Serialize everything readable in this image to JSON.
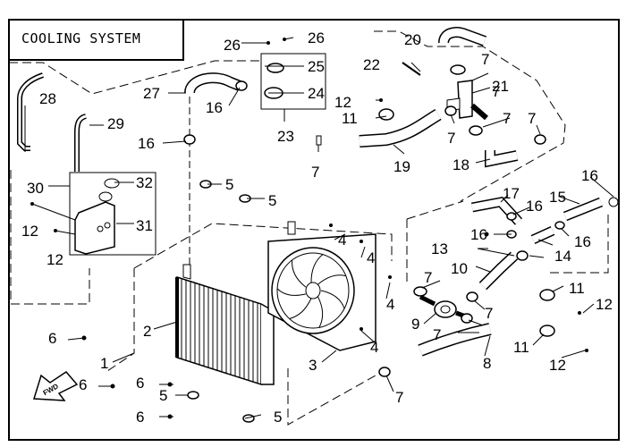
{
  "title": "COOLING SYSTEM",
  "fwd_label": "FWD",
  "part_labels": {
    "p1": "1",
    "p2": "2",
    "p3": "3",
    "p4a": "4",
    "p4b": "4",
    "p4c": "4",
    "p4d": "4",
    "p5a": "5",
    "p5b": "5",
    "p5c": "5",
    "p5d": "5",
    "p6a": "6",
    "p6b": "6",
    "p6c": "6",
    "p6d": "6",
    "p7a": "7",
    "p7b": "7",
    "p7c": "7",
    "p7d": "7",
    "p7e": "7",
    "p7f": "7",
    "p7g": "7",
    "p7h": "7",
    "p7i": "7",
    "p7j": "7",
    "p8": "8",
    "p9": "9",
    "p10": "10",
    "p11a": "11",
    "p11b": "11",
    "p11c": "11",
    "p12a": "12",
    "p12b": "12",
    "p12c": "12",
    "p12d": "12",
    "p12e": "12",
    "p13": "13",
    "p14": "14",
    "p15": "15",
    "p16a": "16",
    "p16b": "16",
    "p16c": "16",
    "p16d": "16",
    "p16e": "16",
    "p16f": "16",
    "p17": "17",
    "p18": "18",
    "p19": "19",
    "p20": "20",
    "p21": "21",
    "p22": "22",
    "p23": "23",
    "p24": "24",
    "p25": "25",
    "p26a": "26",
    "p26b": "26",
    "p27": "27",
    "p28": "28",
    "p29": "29",
    "p30": "30",
    "p31": "31",
    "p32": "32"
  }
}
